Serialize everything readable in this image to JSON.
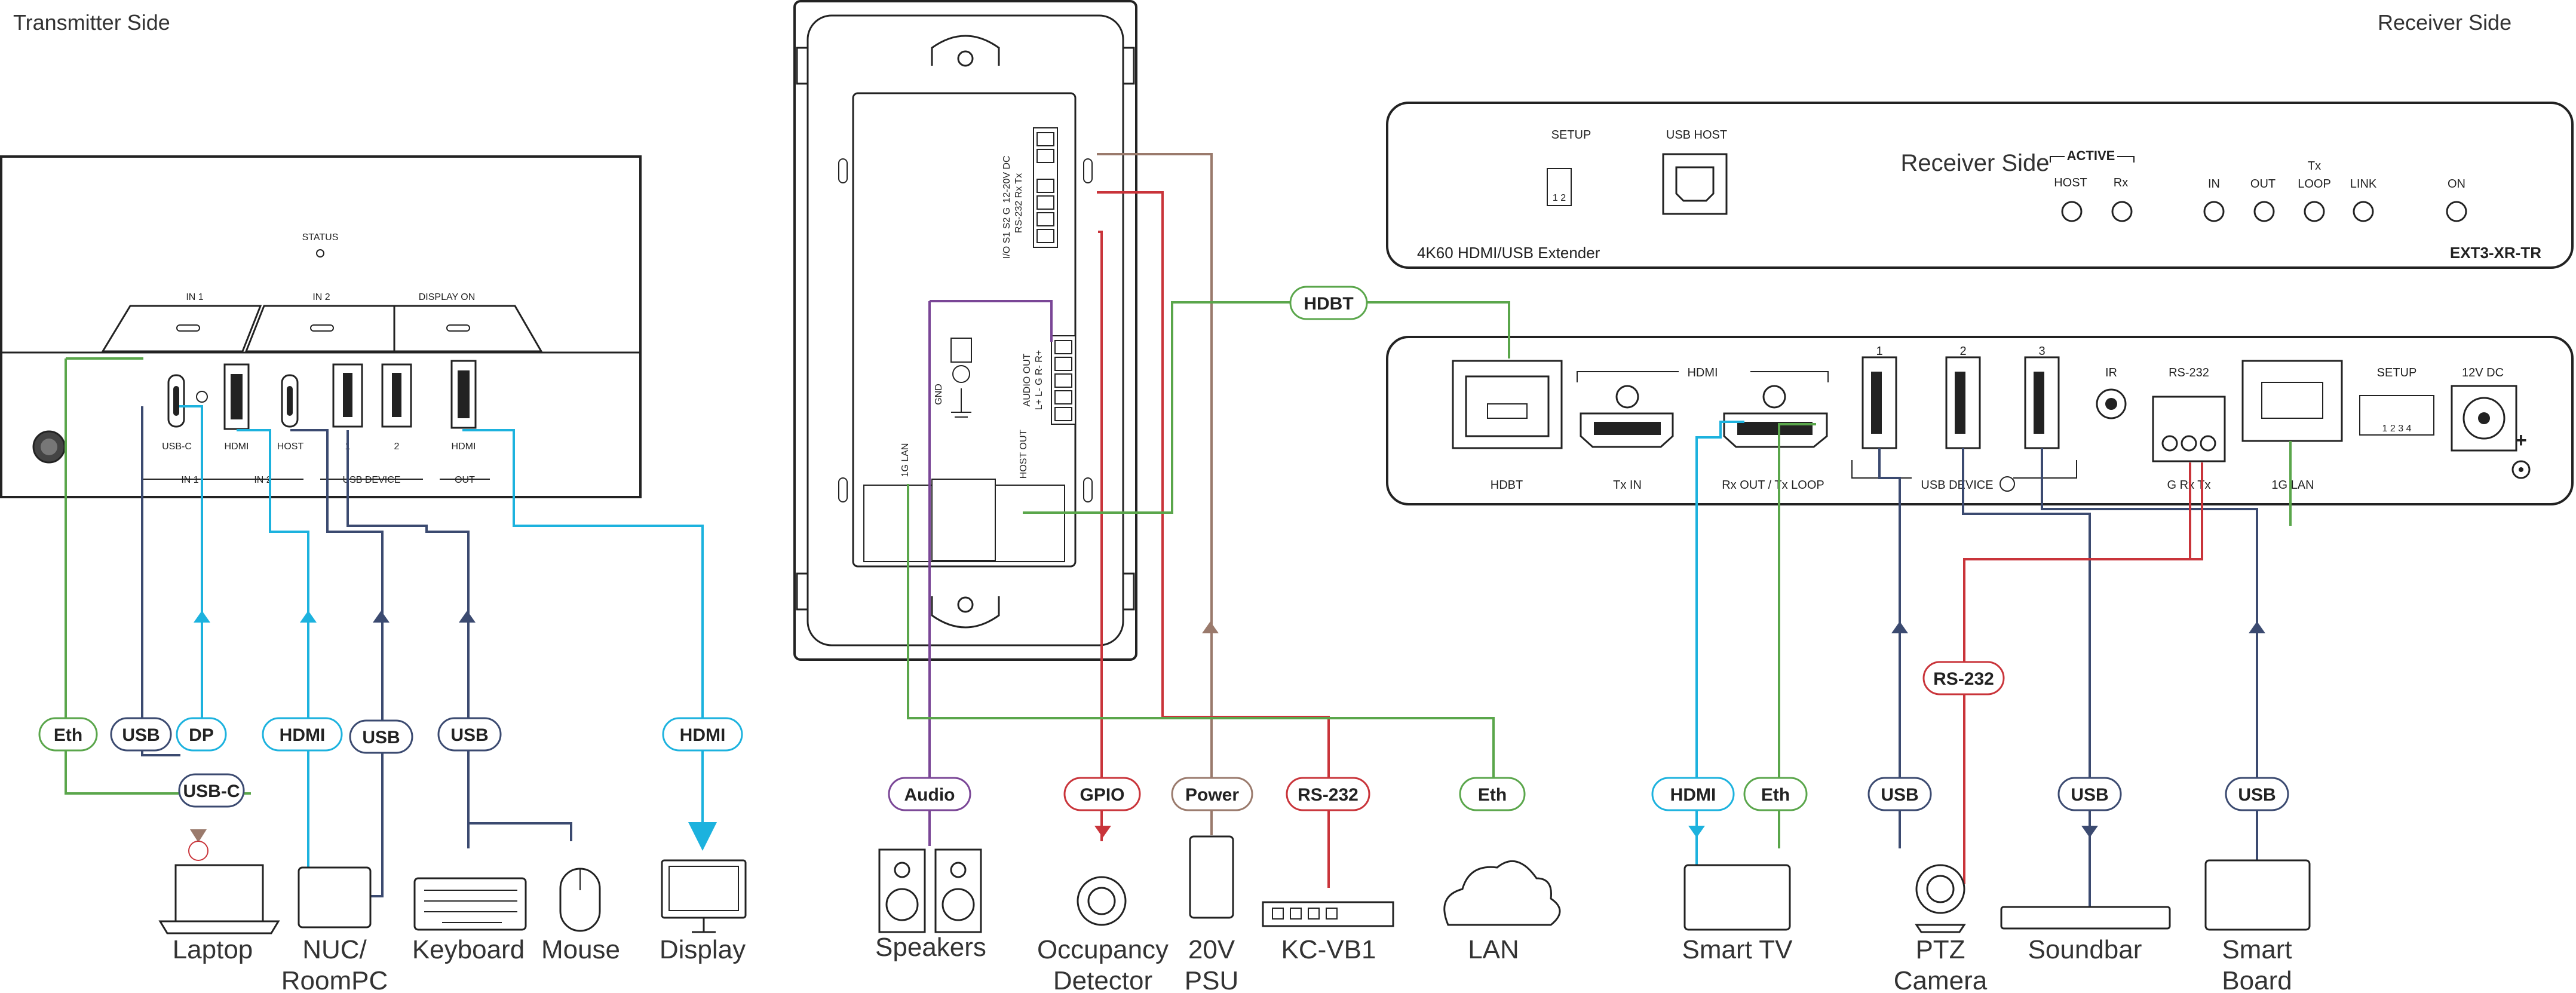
{
  "headers": {
    "transmitter_side": "Transmitter Side",
    "receiver_side": "Receiver  Side"
  },
  "transmitter": {
    "top_labels": {
      "status": "STATUS",
      "in1": "IN 1",
      "in2": "IN 2",
      "display_on": "DISPLAY ON"
    },
    "port_labels": {
      "usbc": "USB-C",
      "hdmi": "HDMI",
      "host": "HOST",
      "p1": "1",
      "p2": "2",
      "hdmi_out": "HDMI"
    },
    "group_labels": {
      "in1": "IN 1",
      "in2": "IN 2",
      "usb_device": "USB DEVICE",
      "out": "OUT"
    }
  },
  "wallplate": {
    "labels": {
      "power": "12-20V DC",
      "rs232": "RS-232  Rx  Tx",
      "io": "I/O  S1  S2  G",
      "gnd": "GND",
      "audio_out": "AUDIO OUT",
      "audio_pins": "L+ L- G R- R+",
      "host_out": "HOST OUT",
      "lan": "1G LAN"
    }
  },
  "receiver_top": {
    "setup": "SETUP",
    "setup_nums": "1 2",
    "usb_host": "USB HOST",
    "title": "Receiver Side",
    "active": "ACTIVE",
    "host": "HOST",
    "rx": "Rx",
    "in": "IN",
    "out": "OUT",
    "tx": "Tx",
    "loop": "LOOP",
    "link": "LINK",
    "on": "ON",
    "model_desc": "4K60 HDMI/USB Extender",
    "model": "EXT3-XR-TR"
  },
  "receiver_bottom": {
    "hdmi": "HDMI",
    "hdbt": "HDBT",
    "tx_in": "Tx IN",
    "rx_out": "Rx OUT / Tx LOOP",
    "usb1": "1",
    "usb2": "2",
    "usb3": "3",
    "usb_device": "USB DEVICE",
    "ir": "IR",
    "rs232": "RS-232",
    "g_rx_tx": "G  Rx  Tx",
    "lan": "1G LAN",
    "setup": "SETUP",
    "setup_nums": "1 2 3 4",
    "dc": "12V DC",
    "plus": "+"
  },
  "pills": {
    "eth": "Eth",
    "usb": "USB",
    "dp": "DP",
    "hdmi": "HDMI",
    "usb2": "USB",
    "usb3": "USB",
    "hdmi_disp": "HDMI",
    "usbc": "USB-C",
    "hdbt": "HDBT",
    "audio": "Audio",
    "gpio": "GPIO",
    "power": "Power",
    "rs232": "RS-232",
    "eth2": "Eth",
    "hdmi_tv": "HDMI",
    "eth_tv": "Eth",
    "usb_cam": "USB",
    "usb_sb": "USB",
    "usb_board": "USB",
    "rs232_cam": "RS-232"
  },
  "devices": {
    "laptop": "Laptop",
    "nuc1": "NUC/",
    "nuc2": "RoomPC",
    "keyboard": "Keyboard",
    "mouse": "Mouse",
    "display": "Display",
    "speakers": "Speakers",
    "occ1": "Occupancy",
    "occ2": "Detector",
    "psu1": "20V",
    "psu2": "PSU",
    "kcvb1": "KC-VB1",
    "lan": "LAN",
    "tv": "Smart TV",
    "ptz1": "PTZ",
    "ptz2": "Camera",
    "soundbar": "Soundbar",
    "board1": "Smart",
    "board2": "Board"
  },
  "colors": {
    "green": "#5aa64b",
    "blue": "#3b4a70",
    "cyan": "#1cb2de",
    "purple": "#7a4696",
    "red": "#c9343a",
    "brown": "#9a7a6c",
    "outline": "#222222"
  }
}
